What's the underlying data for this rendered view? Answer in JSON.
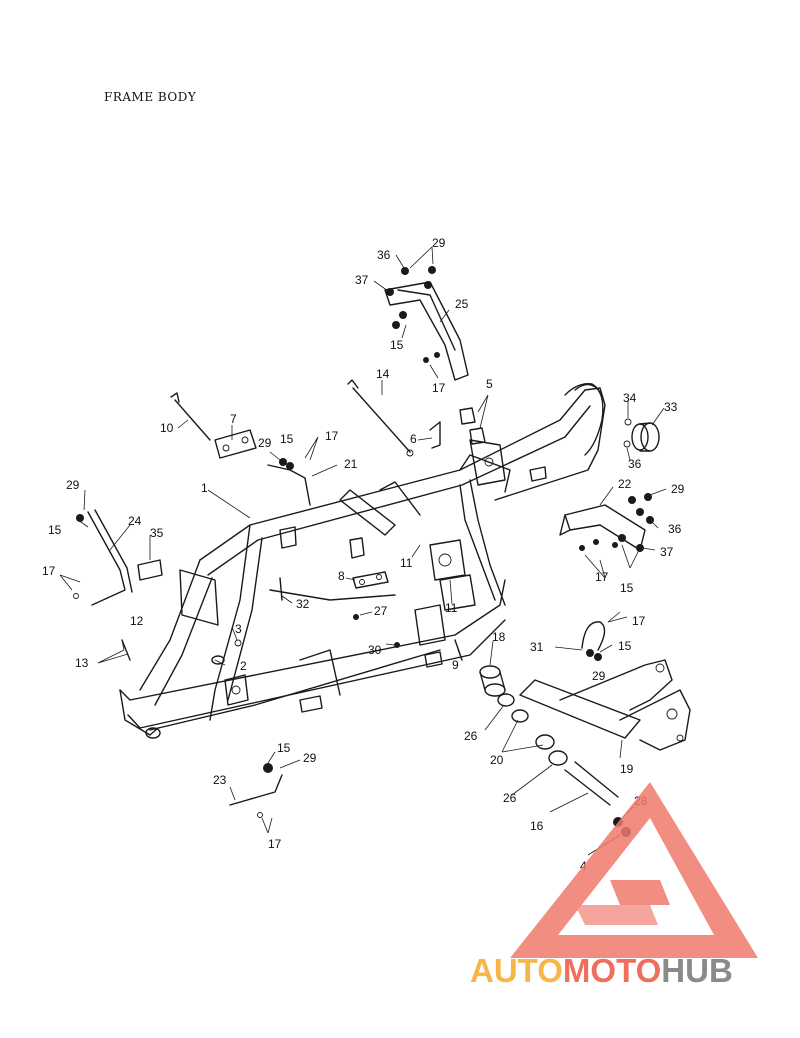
{
  "title": "FRAME BODY",
  "brand": {
    "part1": "AUTO",
    "part2": "MOTO",
    "part3": "HUB",
    "colors": {
      "auto": "#f6b64a",
      "moto": "#ef6f5e",
      "hub": "#8a8a8a",
      "triangle": "#f07a6d"
    }
  },
  "callouts": {
    "c1": "1",
    "c2": "2",
    "c3": "3",
    "c4": "4",
    "c5": "5",
    "c6": "6",
    "c7": "7",
    "c8": "8",
    "c9": "9",
    "c10": "10",
    "c11a": "11",
    "c11b": "11",
    "c12": "12",
    "c13": "13",
    "c14": "14",
    "c15a": "15",
    "c15b": "15",
    "c15c": "15",
    "c15d": "15",
    "c15e": "15",
    "c15f": "15",
    "c16": "16",
    "c17a": "17",
    "c17b": "17",
    "c17c": "17",
    "c17d": "17",
    "c17e": "17",
    "c17f": "17",
    "c18": "18",
    "c19": "19",
    "c20": "20",
    "c21": "21",
    "c22": "22",
    "c23": "23",
    "c24": "24",
    "c25": "25",
    "c26a": "26",
    "c26b": "26",
    "c27": "27",
    "c28": "28",
    "c29a": "29",
    "c29b": "29",
    "c29c": "29",
    "c29d": "29",
    "c29e": "29",
    "c29f": "29",
    "c30": "30",
    "c31": "31",
    "c32": "32",
    "c33": "33",
    "c34": "34",
    "c35": "35",
    "c36a": "36",
    "c36b": "36",
    "c36c": "36",
    "c37a": "37",
    "c37b": "37"
  }
}
